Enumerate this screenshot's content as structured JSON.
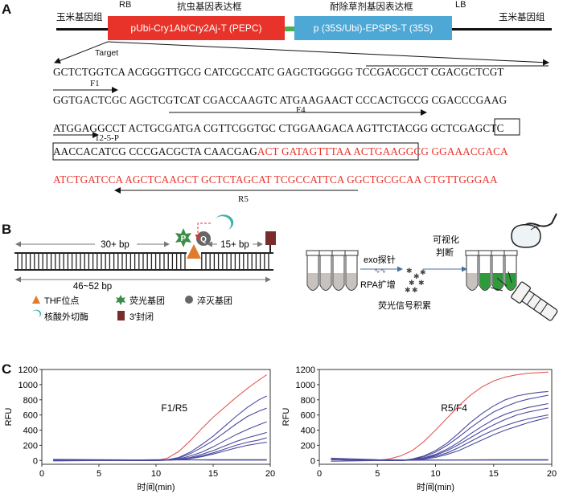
{
  "panels": {
    "a": "A",
    "b": "B",
    "c": "C"
  },
  "construct": {
    "left_flank": "玉米基因组",
    "right_flank": "玉米基因组",
    "rb": "RB",
    "lb": "LB",
    "insect_title": "抗虫基因表达框",
    "insect_cassette": "pUbi-Cry1Ab/Cry2Aj-T (PEPC)",
    "herb_title": "耐除草剂基因表达框",
    "herb_cassette": "p (35S/Ubi)-EPSPS-T (35S)",
    "target": "Target",
    "colors": {
      "insect": "#e8332a",
      "herb": "#4ea8d6",
      "linker": "#4caf50"
    }
  },
  "sequence": {
    "line1": "GCTCTGGTCA ACGGGTTGCG CATCGCCATC GAGCTGGGGG TCCGACGCCT CGACGCTCGT",
    "f1": "F1",
    "line2": "GGTGACTCGC AGCTCGTCAT CGACCAAGTC ATGAAGAACT CCCACTGCCG CGACCCGAAG",
    "f4": "F4",
    "line3": "ATGGAGGCCT ACTGCGATGA CGTTCGGTGC CTGGAAGACA AGTTCTACGG GCTCGAGCTC",
    "probe": "12-5-P",
    "line4_black": "AACCACATCG CCCGACGCTA CAACGAG",
    "line4_red": "ACT GATAGTTTAA ACTGAAGGCG GGAAACGACA",
    "line5": "ATCTGATCCA AGCTCAAGCT GCTCTAGCAT TCGCCATTCA GGCTGCGCAA CTGTTGGGAA",
    "r5": "R5"
  },
  "schematic": {
    "left_span": "30+ bp",
    "right_span": "15+ bp",
    "total_span": "46~52 bp",
    "p_label": "P",
    "q_label": "Q",
    "legend_thf": "THF位点",
    "legend_fluor": "荧光基团",
    "legend_quench": "淬灭基团",
    "legend_exo": "核酸外切酶",
    "legend_block": "3′封闭",
    "exo_probe": "exo探针",
    "rpa": "RPA扩增",
    "visual": "可视化",
    "judge": "判断",
    "fluor_accum": "荧光信号积累"
  },
  "chart_data": [
    {
      "type": "line",
      "title": "F1/R5",
      "xlabel": "时间(min)",
      "ylabel": "RFU",
      "xlim": [
        0,
        20
      ],
      "ylim": [
        -50,
        1200
      ],
      "xticks": [
        0,
        5,
        10,
        15,
        20
      ],
      "yticks": [
        0,
        200,
        400,
        600,
        800,
        1000,
        1200
      ],
      "series": [
        {
          "color": "#e05a5a",
          "x": [
            1,
            10,
            11,
            12,
            13,
            14,
            15,
            16,
            17,
            18,
            19,
            19.7
          ],
          "y": [
            10,
            0,
            30,
            120,
            260,
            420,
            570,
            700,
            830,
            950,
            1060,
            1130
          ]
        },
        {
          "color": "#4a4aa0",
          "x": [
            1,
            10,
            11,
            12,
            13,
            14,
            15,
            16,
            17,
            18,
            19,
            19.7
          ],
          "y": [
            5,
            0,
            10,
            40,
            110,
            210,
            320,
            450,
            580,
            700,
            800,
            850
          ]
        },
        {
          "color": "#4a4aa0",
          "x": [
            1,
            10,
            11,
            12,
            13,
            14,
            15,
            16,
            17,
            18,
            19,
            19.7
          ],
          "y": [
            5,
            0,
            10,
            30,
            90,
            170,
            260,
            370,
            480,
            580,
            650,
            690
          ]
        },
        {
          "color": "#4a4aa0",
          "x": [
            1,
            10,
            11,
            12,
            13,
            14,
            15,
            16,
            17,
            18,
            19,
            19.7
          ],
          "y": [
            5,
            0,
            8,
            20,
            60,
            110,
            180,
            260,
            340,
            410,
            470,
            510
          ]
        },
        {
          "color": "#4a4aa0",
          "x": [
            1,
            10,
            11,
            12,
            13,
            14,
            15,
            16,
            17,
            18,
            19,
            19.7
          ],
          "y": [
            5,
            0,
            5,
            15,
            40,
            80,
            130,
            190,
            250,
            300,
            340,
            370
          ]
        },
        {
          "color": "#4a4aa0",
          "x": [
            1,
            10,
            11,
            12,
            13,
            14,
            15,
            16,
            17,
            18,
            19,
            19.7
          ],
          "y": [
            5,
            0,
            5,
            12,
            30,
            60,
            100,
            150,
            200,
            240,
            270,
            300
          ]
        },
        {
          "color": "#4a4aa0",
          "x": [
            1,
            10,
            11,
            12,
            13,
            14,
            15,
            16,
            17,
            18,
            19,
            19.7
          ],
          "y": [
            5,
            0,
            3,
            10,
            25,
            50,
            85,
            125,
            165,
            200,
            225,
            240
          ]
        },
        {
          "color": "#4a4aa0",
          "x": [
            1,
            5,
            10,
            15,
            19.7
          ],
          "y": [
            15,
            10,
            5,
            10,
            10
          ]
        },
        {
          "color": "#4a4aa0",
          "x": [
            1,
            5,
            10,
            15,
            19.7
          ],
          "y": [
            -5,
            0,
            10,
            5,
            5
          ]
        }
      ]
    },
    {
      "type": "line",
      "title": "R5/F4",
      "xlabel": "时间(min)",
      "ylabel": "RFU",
      "xlim": [
        0,
        20
      ],
      "ylim": [
        -50,
        1200
      ],
      "xticks": [
        0,
        5,
        10,
        15,
        20
      ],
      "yticks": [
        0,
        200,
        400,
        600,
        800,
        1000,
        1200
      ],
      "series": [
        {
          "color": "#e05a5a",
          "x": [
            1,
            5,
            6,
            7,
            8,
            9,
            10,
            11,
            12,
            13,
            14,
            15,
            16,
            17,
            18,
            19,
            19.7
          ],
          "y": [
            20,
            0,
            20,
            60,
            130,
            250,
            400,
            560,
            720,
            860,
            970,
            1050,
            1100,
            1130,
            1150,
            1160,
            1165
          ]
        },
        {
          "color": "#4a4aa0",
          "x": [
            1,
            7,
            8,
            9,
            10,
            11,
            12,
            13,
            14,
            15,
            16,
            17,
            18,
            19,
            19.7
          ],
          "y": [
            10,
            0,
            20,
            60,
            130,
            230,
            360,
            500,
            620,
            720,
            800,
            850,
            880,
            900,
            910
          ]
        },
        {
          "color": "#4a4aa0",
          "x": [
            1,
            7,
            8,
            9,
            10,
            11,
            12,
            13,
            14,
            15,
            16,
            17,
            18,
            19,
            19.7
          ],
          "y": [
            10,
            0,
            15,
            50,
            110,
            200,
            310,
            430,
            540,
            640,
            710,
            770,
            810,
            840,
            860
          ]
        },
        {
          "color": "#4a4aa0",
          "x": [
            1,
            7,
            8,
            9,
            10,
            11,
            12,
            13,
            14,
            15,
            16,
            17,
            18,
            19,
            19.7
          ],
          "y": [
            10,
            0,
            10,
            35,
            80,
            150,
            240,
            350,
            450,
            540,
            610,
            660,
            700,
            730,
            750
          ]
        },
        {
          "color": "#4a4aa0",
          "x": [
            1,
            7,
            8,
            9,
            10,
            11,
            12,
            13,
            14,
            15,
            16,
            17,
            18,
            19,
            19.7
          ],
          "y": [
            10,
            0,
            10,
            30,
            70,
            130,
            210,
            300,
            390,
            470,
            540,
            600,
            640,
            670,
            690
          ]
        },
        {
          "color": "#4a4aa0",
          "x": [
            1,
            7,
            8,
            9,
            10,
            11,
            12,
            13,
            14,
            15,
            16,
            17,
            18,
            19,
            19.7
          ],
          "y": [
            10,
            0,
            8,
            25,
            55,
            100,
            170,
            250,
            330,
            400,
            460,
            510,
            550,
            580,
            600
          ]
        },
        {
          "color": "#4a4aa0",
          "x": [
            1,
            7,
            8,
            9,
            10,
            11,
            12,
            13,
            14,
            15,
            16,
            17,
            18,
            19,
            19.7
          ],
          "y": [
            10,
            0,
            5,
            18,
            40,
            80,
            130,
            200,
            270,
            340,
            400,
            450,
            500,
            540,
            570
          ]
        },
        {
          "color": "#4a4aa0",
          "x": [
            1,
            5,
            10,
            15,
            19.7
          ],
          "y": [
            30,
            10,
            5,
            10,
            10
          ]
        },
        {
          "color": "#4a4aa0",
          "x": [
            1,
            5,
            10,
            15,
            19.7
          ],
          "y": [
            -10,
            0,
            5,
            5,
            5
          ]
        }
      ]
    }
  ]
}
